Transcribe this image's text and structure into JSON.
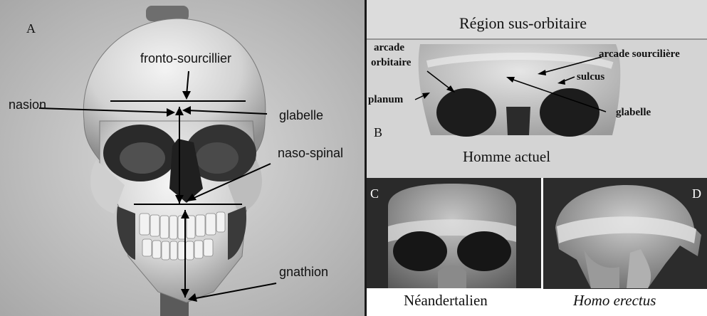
{
  "panel_a": {
    "letter": "A",
    "labels": {
      "fronto": "fronto-sourcillier",
      "nasion": "nasion",
      "glabelle": "glabelle",
      "naso_spinal": "naso-spinal",
      "gnathion": "gnathion"
    }
  },
  "panel_b": {
    "title": "Région sus-orbitaire",
    "letter": "B",
    "caption": "Homme actuel",
    "labels": {
      "arcade_orbitaire": "arcade\norbitaire",
      "arcade_orbitaire_1": "arcade",
      "arcade_orbitaire_2": "orbitaire",
      "planum": "planum",
      "arcade_sourciliere": "arcade sourcilière",
      "sulcus": "sulcus",
      "glabelle": "glabelle"
    }
  },
  "panel_c": {
    "letter": "C",
    "caption": "Néandertalien"
  },
  "panel_d": {
    "letter": "D",
    "caption": "Homo erectus"
  }
}
